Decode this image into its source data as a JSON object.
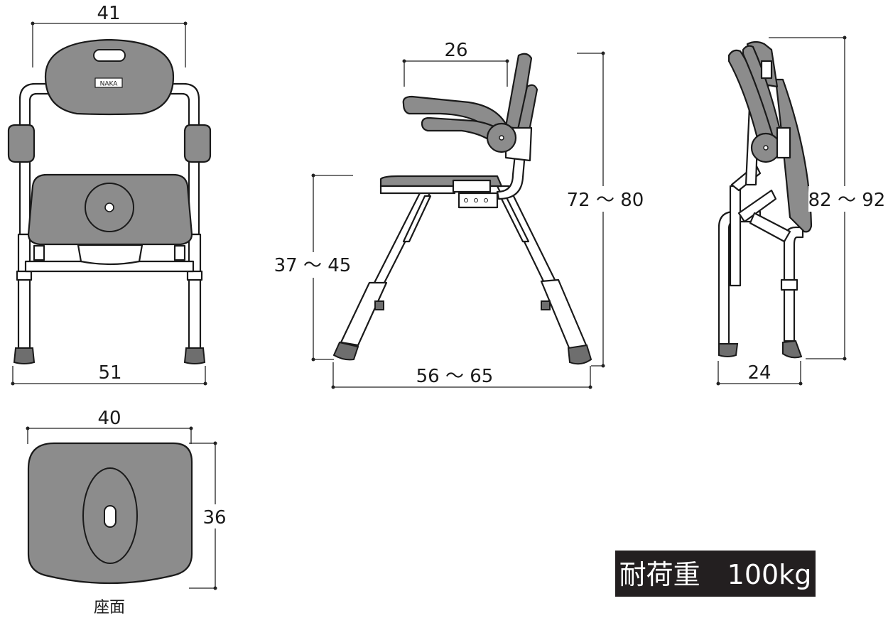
{
  "colors": {
    "pad": "#8c8c8c",
    "badge": "#231f20",
    "line": "#1a1a1a"
  },
  "front_view": {
    "brand_label": "NAKA",
    "top_width": "41",
    "bottom_width": "51"
  },
  "side_view": {
    "armrest_depth": "26",
    "height": "72 ～ 80",
    "seat_height": "37 ～ 45",
    "base_depth": "56 ～ 65"
  },
  "folded_view": {
    "height": "82 ～ 92",
    "depth": "24"
  },
  "seat_view": {
    "width": "40",
    "depth": "36",
    "caption": "座面"
  },
  "badge": {
    "text": "耐荷重　100kg"
  }
}
